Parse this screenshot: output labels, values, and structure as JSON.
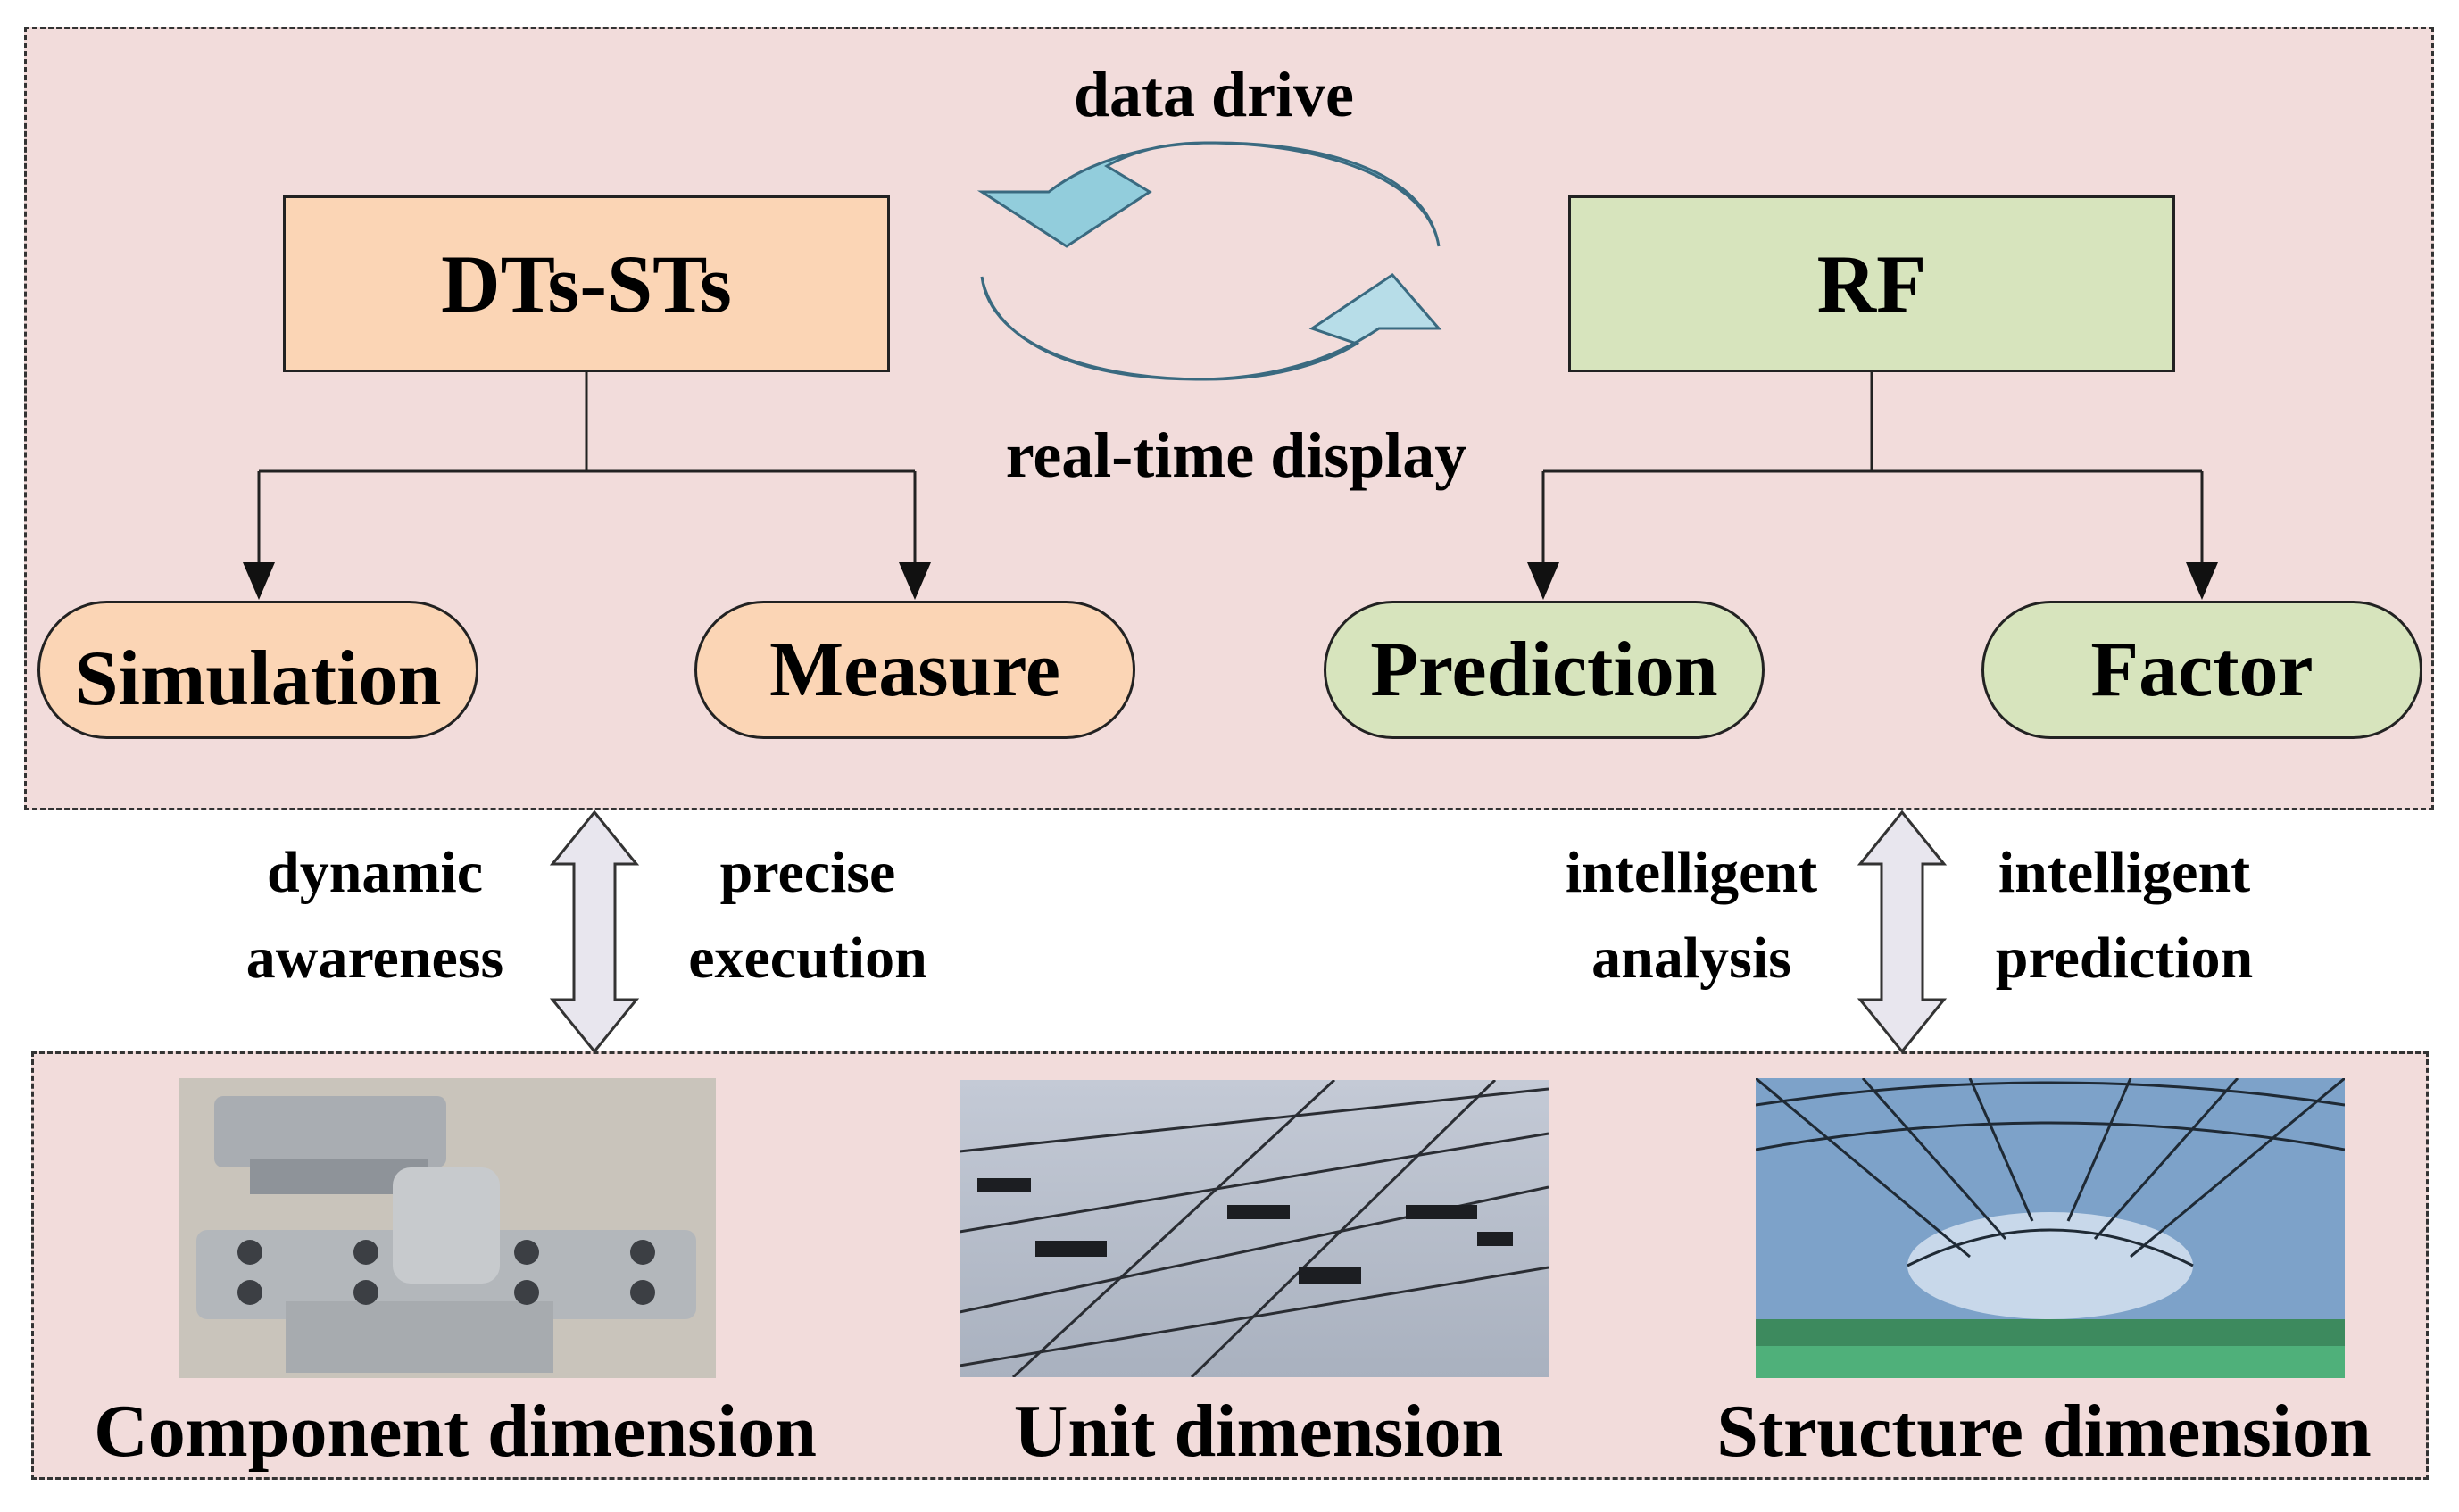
{
  "top": {
    "left_box": "DTs-STs",
    "right_box": "RF",
    "cycle_top_label": "data drive",
    "cycle_bottom_label": "real-time display",
    "left_children": [
      "Simulation",
      "Measure"
    ],
    "right_children": [
      "Prediction",
      "Factor"
    ]
  },
  "middle": {
    "left_label_1": [
      "dynamic",
      "awareness"
    ],
    "left_label_2": [
      "precise",
      "execution"
    ],
    "right_label_1": [
      "intelligent",
      "analysis"
    ],
    "right_label_2": [
      "intelligent",
      "prediction"
    ]
  },
  "bottom": {
    "captions": [
      "Component dimension",
      "Unit dimension",
      "Structure dimension"
    ]
  },
  "colors": {
    "panel": "#f2dcdb",
    "orange_fill": "#fbd5b5",
    "green_fill": "#d7e4bd",
    "cycle_arrow": "#92cddc"
  }
}
